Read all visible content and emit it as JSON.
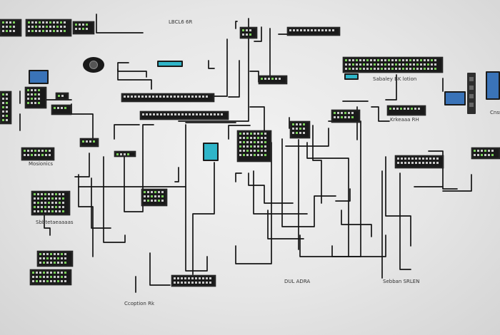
{
  "colors": {
    "cable": "#151515",
    "device_body": "#2e2e2e",
    "device_face": "#1a1a1a",
    "port": "#c9c9c9",
    "screen_blue": "#3a73b8",
    "screen_cyan": "#2fb5c9",
    "screen_green": "#7ad05a",
    "label": "#333333"
  },
  "labels": {
    "top_center": "LBCL6 6R",
    "right_upper": "Sabaley BK lotion",
    "right_middle": "Krkeaaa RH",
    "left_middle": "Mosionics",
    "left_lower": "Sbbtetaeaaaas",
    "bottom_left": "Ccoption Rk",
    "bottom_center": "DUL ADRA",
    "bottom_right": "Sebban SRLEN",
    "far_right": "Cnss"
  },
  "icons": [
    "rack-switch-icon",
    "monitor-icon",
    "router-icon",
    "camera-icon",
    "tablet-icon",
    "server-icon",
    "audio-mixer-icon",
    "patch-panel-icon"
  ]
}
